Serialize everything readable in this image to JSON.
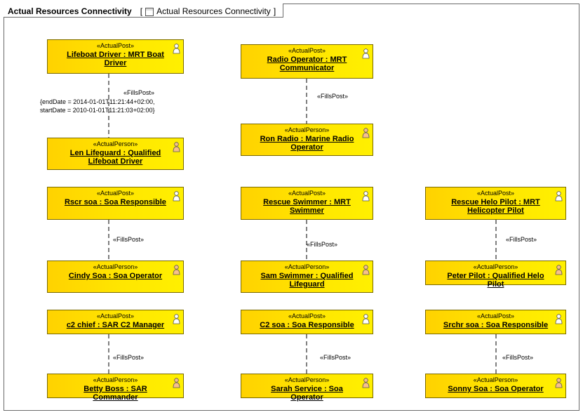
{
  "diagram": {
    "name": "Actual Resources Connectivity",
    "tab_title": "Actual Resources Connectivity"
  },
  "stereotypes": {
    "post": "«ActualPost»",
    "person": "«ActualPerson»",
    "fills": "«FillsPost»"
  },
  "nodes": {
    "lifeboat_driver": "Lifeboat Driver : MRT Boat Driver",
    "len_lifeguard": "Len Lifeguard : Qualified Lifeboat Driver",
    "radio_operator": "Radio Operator : MRT Communicator",
    "ron_radio": "Ron Radio : Marine Radio Operator",
    "rscr_soa": "Rscr soa : Soa Responsible",
    "cindy_soa": "Cindy Soa : Soa Operator",
    "rescue_swimmer": "Rescue Swimmer : MRT Swimmer",
    "sam_swimmer": "Sam Swimmer : Qualified Lifeguard",
    "rescue_helo_pilot": "Rescue Helo Pilot : MRT Helicopter Pilot",
    "peter_pilot": "Peter Pilot : Qualified Helo Pilot",
    "c2_chief": "c2 chief : SAR C2 Manager",
    "betty_boss": "Betty Boss : SAR Commander",
    "c2_soa": "C2 soa : Soa Responsible",
    "sarah_service": "Sarah Service : Soa Operator",
    "srchr_soa": "Srchr soa : Soa Responsible",
    "sonny_soa": "Sonny Soa : Soa Operator"
  },
  "constraint": {
    "line1": "{endDate = 2014-01-01T11:21:44+02:00,",
    "line2": "startDate = 2010-01-01T11:21:03+02:00}"
  },
  "colors": {
    "node_fill": "#ffe600",
    "node_border": "#7a6a00",
    "frame": "#6b6b6b"
  }
}
